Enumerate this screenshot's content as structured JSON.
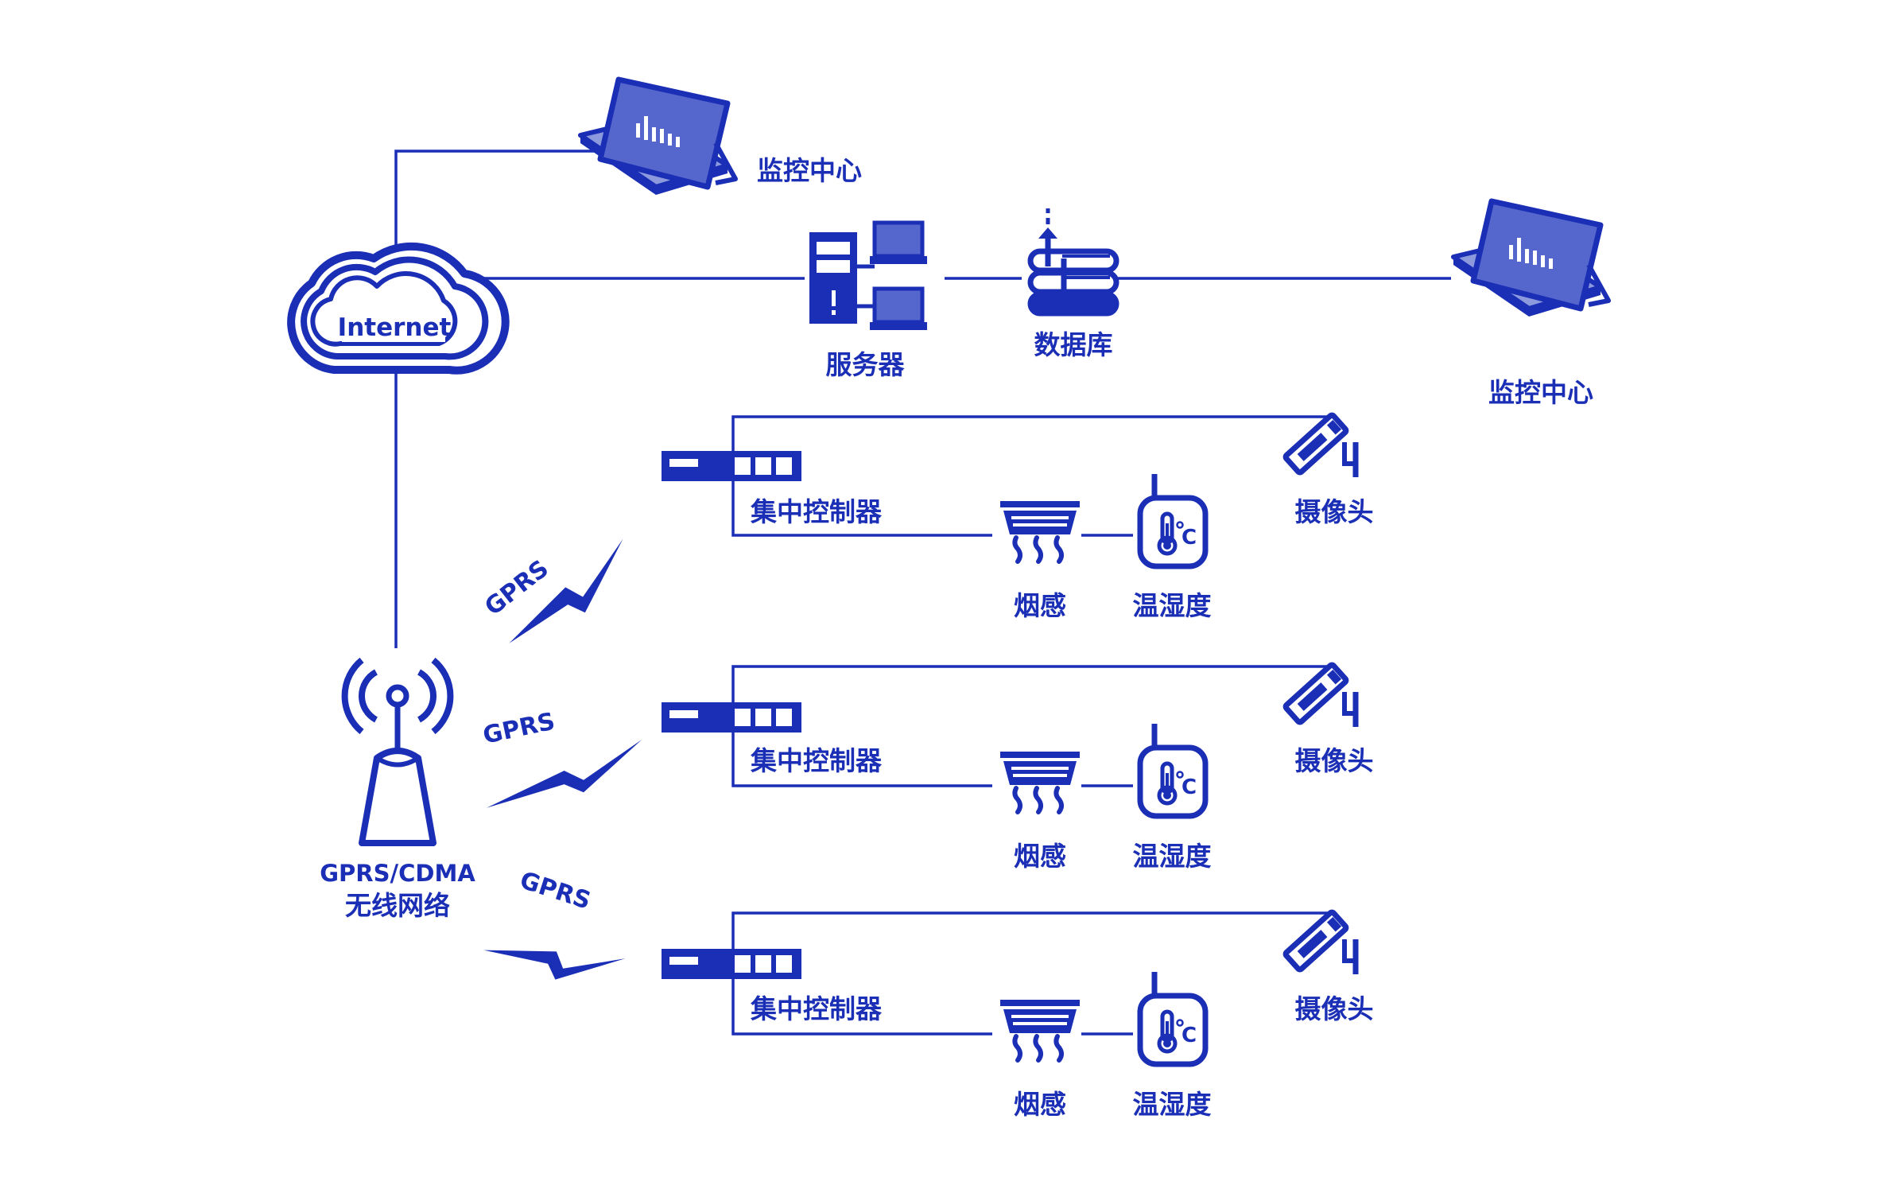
{
  "colors": {
    "primary": "#1a2fb5",
    "screen": "#5566cc",
    "screen_light": "#8c99dd",
    "background": "#ffffff"
  },
  "nodes": {
    "internet": {
      "label": "Internet",
      "icon": "cloud-icon"
    },
    "monitor_top": {
      "label": "监控中心",
      "icon": "laptop-icon"
    },
    "monitor_right": {
      "label": "监控中心",
      "icon": "laptop-icon"
    },
    "server": {
      "label": "服务器",
      "icon": "server-icon"
    },
    "database": {
      "label": "数据库",
      "icon": "database-icon"
    },
    "base_station": {
      "label_line1": "GPRS/CDMA",
      "label_line2": "无线网络",
      "icon": "antenna-tower-icon"
    }
  },
  "links": [
    {
      "label": "GPRS",
      "icon": "lightning-icon"
    },
    {
      "label": "GPRS",
      "icon": "lightning-icon"
    },
    {
      "label": "GPRS",
      "icon": "lightning-icon"
    }
  ],
  "groups": [
    {
      "controller": "集中控制器",
      "smoke": "烟感",
      "humidity": "温湿度",
      "camera": "摄像头"
    },
    {
      "controller": "集中控制器",
      "smoke": "烟感",
      "humidity": "温湿度",
      "camera": "摄像头"
    },
    {
      "controller": "集中控制器",
      "smoke": "烟感",
      "humidity": "温湿度",
      "camera": "摄像头"
    }
  ]
}
